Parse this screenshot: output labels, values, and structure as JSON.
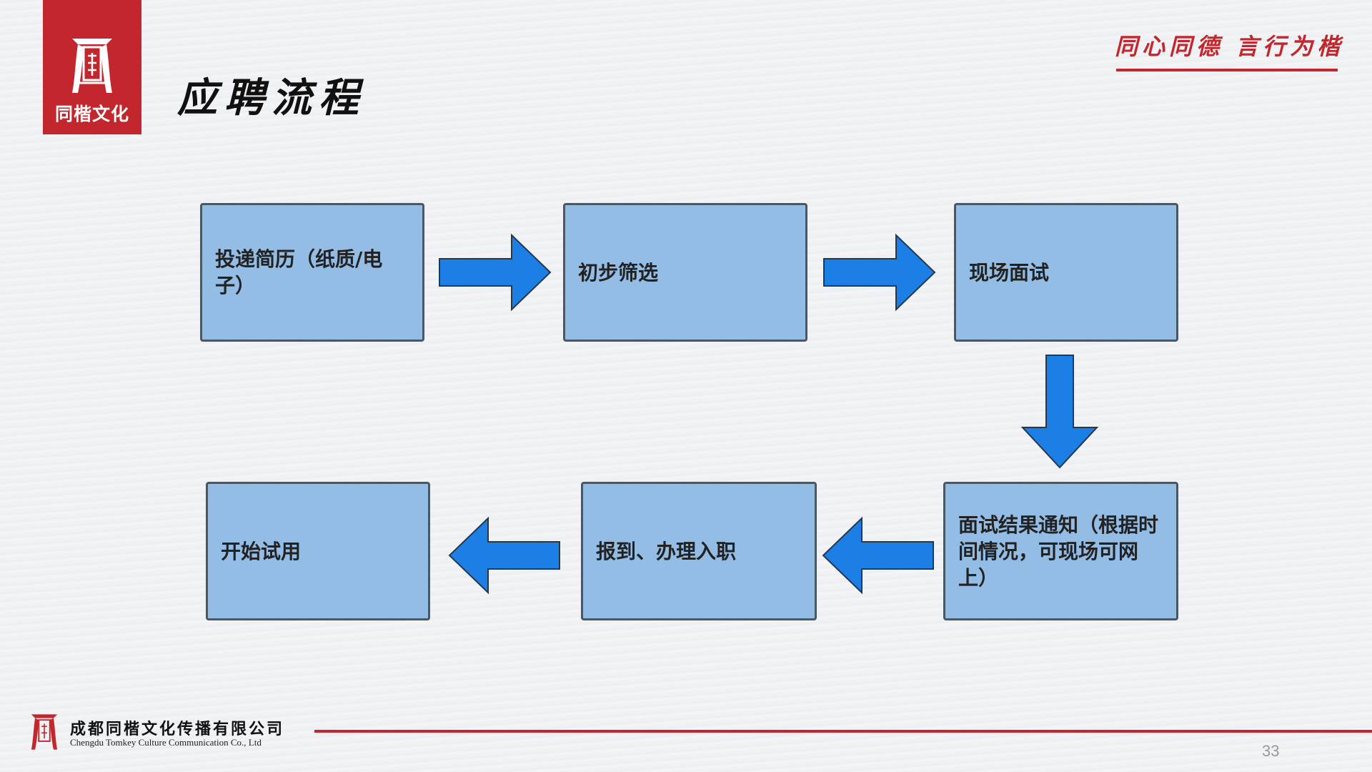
{
  "brand": {
    "logo_text": "同楷文化",
    "motto": "同心同德 言行为楷",
    "brand_color": "#c1272d"
  },
  "page_title": "应聘流程",
  "flow": {
    "box_color": "#94bde6",
    "arrow_color": "#1b7fe6",
    "steps": [
      {
        "label": "投递简历（纸质/电子）"
      },
      {
        "label": "初步筛选"
      },
      {
        "label": "现场面试"
      },
      {
        "label": "面试结果通知（根据时间情况，可现场可网上）"
      },
      {
        "label": "报到、办理入职"
      },
      {
        "label": "开始试用"
      }
    ]
  },
  "footer": {
    "company_cn": "成都同楷文化传播有限公司",
    "company_en": "Chengdu Tomkey Culture Communication Co., Ltd",
    "page_number": "33"
  }
}
